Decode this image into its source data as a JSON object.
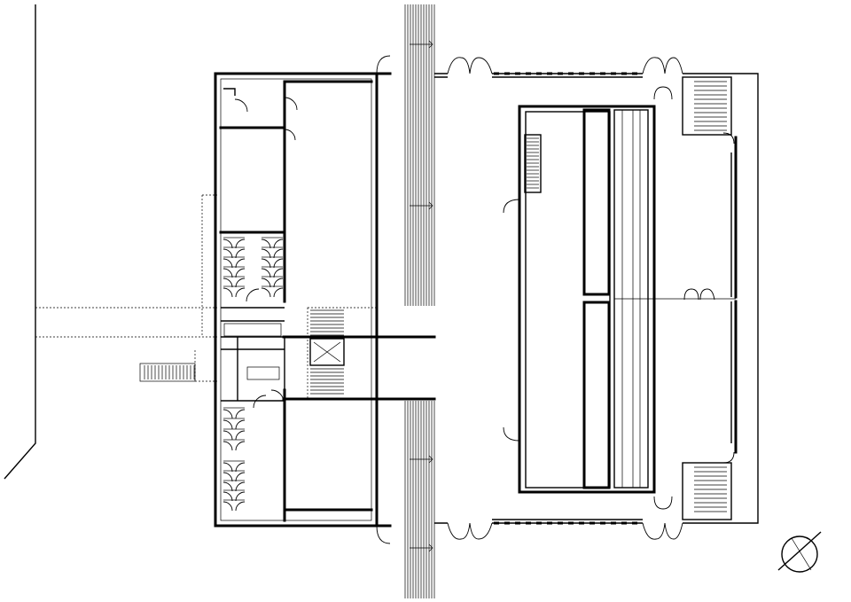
{
  "drawing": {
    "type": "architectural floor plan",
    "line_color": "#000000",
    "background_color": "#ffffff",
    "symbols": [
      "north-arrow",
      "stair",
      "door-swing",
      "elevator",
      "toilet-cubicle",
      "bridge-grating",
      "dashed-boundary"
    ]
  }
}
